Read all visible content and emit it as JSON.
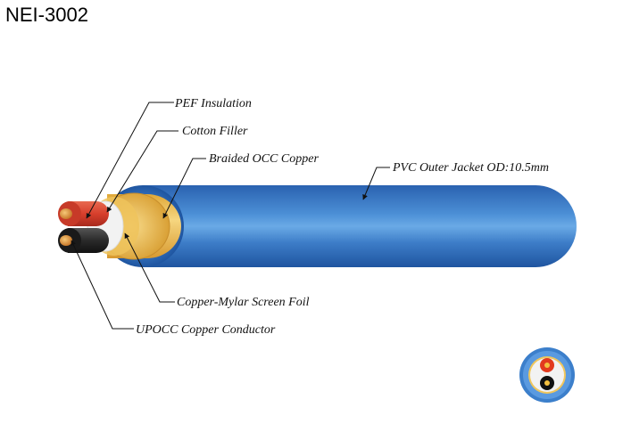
{
  "title": "NEI-3002",
  "labels": {
    "pef_insulation": "PEF Insulation",
    "cotton_filler": "Cotton Filler",
    "braided_occ_copper": "Braided OCC Copper",
    "pvc_outer_jacket": "PVC Outer Jacket OD:10.5mm",
    "copper_mylar_screen_foil": "Copper-Mylar Screen Foil",
    "upocc_copper_conductor": "UPOCC Copper Conductor"
  },
  "colors": {
    "jacket": "#2f6fbf",
    "jacket_highlight": "#5ea0e0",
    "braid": "#e8b84a",
    "red_insulation": "#d9402e",
    "black_insulation": "#222222",
    "filler": "#f2f2f2",
    "copper": "#d98a2e"
  }
}
